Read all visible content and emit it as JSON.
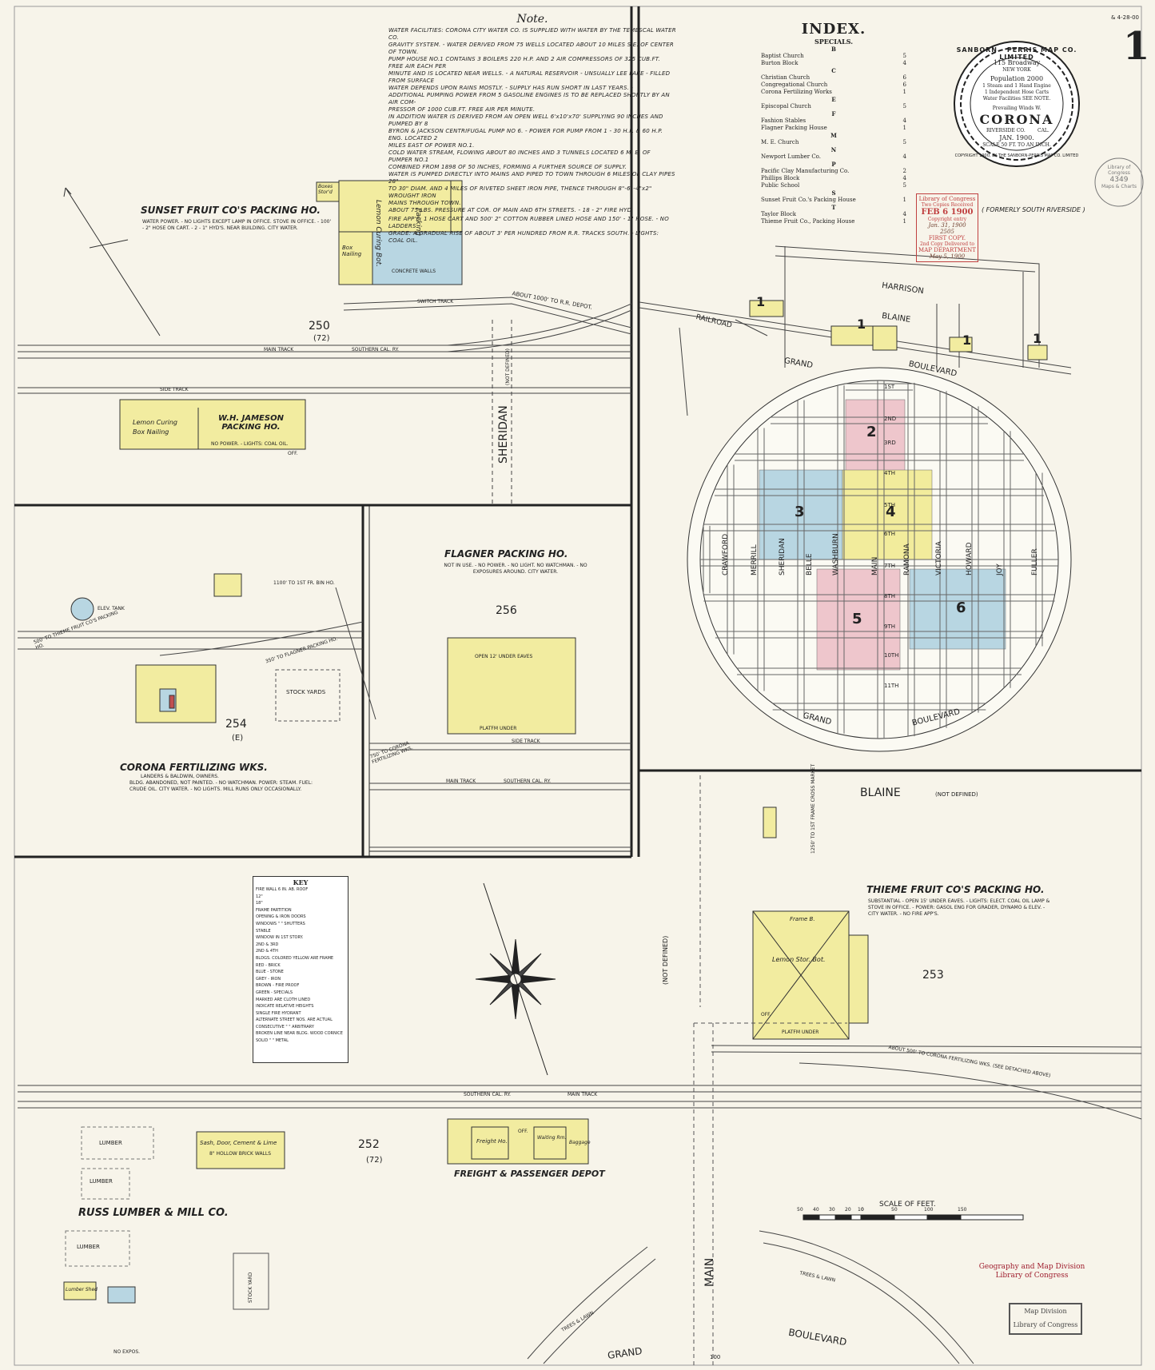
{
  "sheet": {
    "number": "1",
    "corner_mark": "& 4-28-00"
  },
  "note": {
    "title": "Note.",
    "lines": [
      "WATER FACILITIES: CORONA CITY WATER CO. IS SUPPLIED WITH WATER BY THE TEMESCAL WATER CO.",
      "GRAVITY SYSTEM. - WATER DERIVED FROM 75 WELLS LOCATED ABOUT 10 MILES S.E. OF CENTER OF TOWN.",
      "PUMP HOUSE NO.1 CONTAINS 3 BOILERS 220 H.P. AND 2 AIR COMPRESSORS OF 325 CUB.FT. FREE AIR EACH PER",
      "MINUTE AND IS LOCATED NEAR WELLS. - A NATURAL RESERVOIR - UNSUALLY LEE LAKE - FILLED FROM SURFACE",
      "WATER DEPENDS UPON RAINS MOSTLY. - SUPPLY HAS RUN SHORT IN LAST YEARS. -",
      "ADDITIONAL PUMPING POWER FROM 5 GASOLINE ENGINES IS TO BE REPLACED SHORTLY BY AN AIR COM-",
      "PRESSOR OF 1000 CUB.FT. FREE AIR PER MINUTE.",
      "IN ADDITION WATER IS DERIVED FROM AN OPEN WELL 6'x10'x70' SUPPLYING 90 INCHES AND PUMPED BY 8",
      "BYRON & JACKSON CENTRIFUGAL PUMP NO 6. - POWER FOR PUMP FROM 1 - 30 H.P. & 60 H.P. ENG. LOCATED 2",
      "MILES EAST OF POWER NO.1.",
      "COLD WATER STREAM, FLOWING ABOUT 80 INCHES AND 3 TUNNELS LOCATED 6 M. E. OF PUMPER NO.1",
      "COMBINED FROM 1898 OF 50 INCHES, FORMING A FURTHER SOURCE OF SUPPLY.",
      "WATER IS PUMPED DIRECTLY INTO MAINS AND PIPED TO TOWN THROUGH 6 MILES OF CLAY PIPES 28\"",
      "TO 30\" DIAM. AND 4 MILES OF RIVETED SHEET IRON PIPE, THENCE THROUGH 8\"-6\"-4\"x2\" WROUGHT IRON",
      "MAINS THROUGH TOWN.",
      "ABOUT 75 LBS. PRESSURE AT COR. OF MAIN AND 6TH STREETS. - 18 - 2\" FIRE HYD."
    ],
    "fire_apps": "FIRE APP'S: 1 HOSE CART AND 500' 2\" COTTON RUBBER LINED HOSE AND 150' - 1\" HOSE. - NO LADDERS.",
    "grade": "GRADE: A GRADUAL RISE OF ABOUT 3' PER HUNDRED FROM R.R. TRACKS SOUTH. - LIGHTS: COAL OIL."
  },
  "index": {
    "title": "INDEX.",
    "subtitle": "SPECIALS.",
    "groups": [
      {
        "letter": "B",
        "items": [
          {
            "name": "Baptist Church",
            "sheet": "5"
          },
          {
            "name": "Burton Block",
            "sheet": "4"
          }
        ]
      },
      {
        "letter": "C",
        "items": [
          {
            "name": "Christian Church",
            "sheet": "6"
          },
          {
            "name": "Congregational Church",
            "sheet": "6"
          },
          {
            "name": "Corona Fertilizing Works",
            "sheet": "1"
          }
        ]
      },
      {
        "letter": "E",
        "items": [
          {
            "name": "Episcopal Church",
            "sheet": "5"
          }
        ]
      },
      {
        "letter": "F",
        "items": [
          {
            "name": "Fashion Stables",
            "sheet": "4"
          },
          {
            "name": "Flagner Packing House",
            "sheet": "1"
          }
        ]
      },
      {
        "letter": "M",
        "items": [
          {
            "name": "M. E. Church",
            "sheet": "5"
          }
        ]
      },
      {
        "letter": "N",
        "items": [
          {
            "name": "Newport Lumber Co.",
            "sheet": "4"
          }
        ]
      },
      {
        "letter": "P",
        "items": [
          {
            "name": "Pacific Clay Manufacturing Co.",
            "sheet": "2"
          },
          {
            "name": "Phillips Block",
            "sheet": "4"
          },
          {
            "name": "Public School",
            "sheet": "5"
          }
        ]
      },
      {
        "letter": "S",
        "items": [
          {
            "name": "Sunset Fruit Co.'s Packing House",
            "sheet": "1"
          }
        ]
      },
      {
        "letter": "T",
        "items": [
          {
            "name": "Taylor Block",
            "sheet": "4"
          },
          {
            "name": "Thieme Fruit Co., Packing House",
            "sheet": "1"
          }
        ]
      }
    ]
  },
  "cartouche": {
    "arc_text": "SANBORN - PERRIS MAP CO. LIMITED",
    "address": "115 Broadway",
    "city": "NEW YORK",
    "population": "Population 2000",
    "engine": "1 Steam and 1 Hand Engine",
    "hose": "1 Independent Hose Carts",
    "water": "Water Facilities SEE NOTE.",
    "winds": "Prevailing Winds W.",
    "town": "CORONA",
    "county": "RIVERSIDE CO.",
    "state": "CAL.",
    "date": "JAN. 1900.",
    "scale": "SCALE 50 FT. TO AN INCH.",
    "copyright": "COPYRIGHT 1900, BY THE SANBORN-PERRIS MAP CO. LIMITED",
    "formerly": "( FORMERLY SOUTH RIVERSIDE )"
  },
  "loc_stamp": {
    "line1": "Library of Congress",
    "line2": "Two Copies Received",
    "date": "FEB 6 1900",
    "copyright_entry": "Copyright entry",
    "entry_date": "Jan. 31, 1900",
    "number": "2505",
    "first_copy": "FIRST COPY.",
    "second_copy": "2nd Copy Delivered to",
    "dept": "MAP DEPARTMENT",
    "dept_date": "May 5, 1900"
  },
  "loc_seal": {
    "line1": "Library of Congress",
    "number": "4349",
    "line3": "Maps & Charts"
  },
  "geo_stamp": {
    "line1": "Geography and Map Division",
    "line2": "Library of Congress"
  },
  "map_division": {
    "line1": "Map Division",
    "line2": "Library of Congress"
  },
  "labels": {
    "sunset_title": "SUNSET FRUIT CO'S PACKING HO.",
    "sunset_note": "WATER POWER. - NO LIGHTS EXCEPT LAMP IN OFFICE. STOVE IN OFFICE. - 100' - 2\" HOSE ON CART. - 2 - 1\" HYD'S. NEAR BUILDING. CITY WATER.",
    "sunset_labels": [
      "Lemon Curing Bot.",
      "Packing",
      "Box Nailing",
      "CONCRETE WALLS",
      "Boxes Stor'd"
    ],
    "block250": "250",
    "block250_sub": "(72)",
    "about_1000": "ABOUT 1000' TO R.R. DEPOT.",
    "switch_track": "SWITCH TRACK",
    "main_track": "MAIN TRACK",
    "southern_cal": "SOUTHERN CAL. RY.",
    "side_track": "SIDE TRACK",
    "jameson_title": "W.H. JAMESON PACKING HO.",
    "jameson_note": "NO POWER. - LIGHTS: COAL OIL.",
    "jameson_labels": [
      "Lemon Curing",
      "Box Nailing",
      "OFF."
    ],
    "sheridan": "SHERIDAN",
    "sheridan_not_defined": "(NOT DEFINED)",
    "flagner_title": "FLAGNER PACKING HO.",
    "flagner_note": "NOT IN USE. - NO POWER. - NO LIGHT. NO WATCHMAN. - NO EXPOSURES AROUND. CITY WATER.",
    "block256": "256",
    "platform_under": "PLATFM UNDER",
    "flagner_open": "OPEN 12' UNDER EAVES",
    "to_corona": "750' TO CORONA FERTILIZING WKS.",
    "to_flagner": "350' TO FLAGNER PACKING HO.",
    "to_thieme": "500' TO THIEME FRUIT CO'S PACKING HO.",
    "to_fr_bin": "1100' TO 1ST FR. BIN HO.",
    "corona_title": "CORONA FERTILIZING WKS.",
    "corona_owner": "LANDERS & BALDWIN, OWNERS.",
    "corona_note": "BLDG. ABANDONED, NOT PAINTED. - NO WATCHMAN. POWER: STEAM. FUEL: CRUDE OIL. CITY WATER. - NO LIGHTS. MILL RUNS ONLY OCCASIONALLY.",
    "block254": "254",
    "block254_sub": "(E)",
    "stock_yards": "STOCK YARDS",
    "tank": "ELEV. TANK",
    "blaine_big": "BLAINE",
    "blaine_not_defined": "(NOT DEFINED)",
    "not_defined": "(NOT DEFINED)",
    "thieme_title": "THIEME FRUIT CO'S PACKING HO.",
    "thieme_note": "SUBSTANTIAL - OPEN 15' UNDER EAVES. - LIGHTS: ELECT. COAL OIL LAMP & STOVE IN OFFICE. - POWER: GASOL ENG FOR GRADER, DYNAMO & ELEV. - CITY WATER. - NO FIRE APP'S.",
    "thieme_labels": [
      "Lemon Stor. Bot.",
      "OFF.",
      "PLATFM UNDER",
      "Frame B."
    ],
    "block253": "253",
    "about_500": "ABOUT 500' TO CORONA FERTILIZING WKS. (SEE DETACHED ABOVE)",
    "to_frame": "1250' TO 1ST FRAME CROSS MARKET",
    "block252": "252",
    "block252_sub": "(72)",
    "freight_title": "FREIGHT & PASSENGER DEPOT",
    "freight_labels": [
      "Freight Ho.",
      "OFF.",
      "Waiting Rm.",
      "Baggage"
    ],
    "sash_door": "Sash, Door, Cement & Lime",
    "sash_note": "8\" HOLLOW BRICK WALLS",
    "russ_title": "RUSS LUMBER & MILL CO.",
    "lumber": "LUMBER",
    "lumber_shed": "Lumber Shed",
    "stock_yard": "STOCK YARD",
    "main_street": "MAIN",
    "grand_bottom": "GRAND",
    "boulevard_bottom": "BOULEVARD",
    "trees_lawn": "TREES & LAWN",
    "no_expos": "NO EXPOS.",
    "num_100": "100",
    "scale_title": "SCALE OF FEET.",
    "scale_ticks": [
      "50",
      "40",
      "30",
      "20",
      "10",
      "0",
      "50",
      "100",
      "150"
    ]
  },
  "key": {
    "title": "KEY",
    "items": [
      "FIRE WALL 6 IN. AB. ROOF",
      "12\"",
      "18\"",
      "FRAME PARTITION",
      "OPENING & IRON DOORS",
      "WINDOWS \" \" SHUTTERS",
      "STABLE",
      "WINDOW IN 1ST STORY.",
      "2ND & 3RD",
      "2ND & 4TH",
      "BLDGS. COLORED YELLOW ARE FRAME",
      "RED  - BRICK",
      "BLUE - STONE",
      "GREY - IRON",
      "BROWN - FIRE PROOF",
      "GREEN - SPECIALS",
      "MARKED ARE CLOTH LINED",
      "INDICATE RELATIVE HEIGHTS",
      "SINGLE FIRE HYDRANT",
      "ALTERNATE STREET NOS. ARE ACTUAL",
      "CONSECUTIVE \" \" ARBITRARY",
      "BROKEN LINE NEAR BLDG. WOOD CORNICE",
      "SOLID \" \" METAL"
    ]
  },
  "town_map": {
    "streets": {
      "harrison": "HARRISON",
      "blaine": "BLAINE",
      "railroad": "RAILROAD",
      "grand_top": "GRAND",
      "boulevard_top": "BOULEVARD",
      "grand_bottom": "GRAND",
      "boulevard_bottom": "BOULEVARD",
      "cross": [
        "1ST",
        "2ND",
        "3RD",
        "4TH",
        "5TH",
        "6TH",
        "7TH",
        "8TH",
        "9TH",
        "10TH",
        "11TH"
      ],
      "vertical": [
        "CRAWFORD",
        "MERRILL",
        "SHERIDAN",
        "BELLE",
        "WASHBURN",
        "MAIN",
        "RAMONA",
        "VICTORIA",
        "HOWARD",
        "JOY",
        "FULLER"
      ]
    },
    "sheet_refs": [
      "1",
      "1",
      "1",
      "1"
    ],
    "sheet_areas": [
      "2",
      "3",
      "4",
      "5",
      "6"
    ],
    "area_colors": {
      "pink": "#eec6cc",
      "blue": "#b8d6e2",
      "yellow": "#f2ec9c"
    }
  },
  "colors": {
    "frame_yellow": "#f2eca0",
    "stone_blue": "#b8d6e2",
    "brick_pink": "#eec6cc",
    "paper": "#f7f4ea"
  }
}
